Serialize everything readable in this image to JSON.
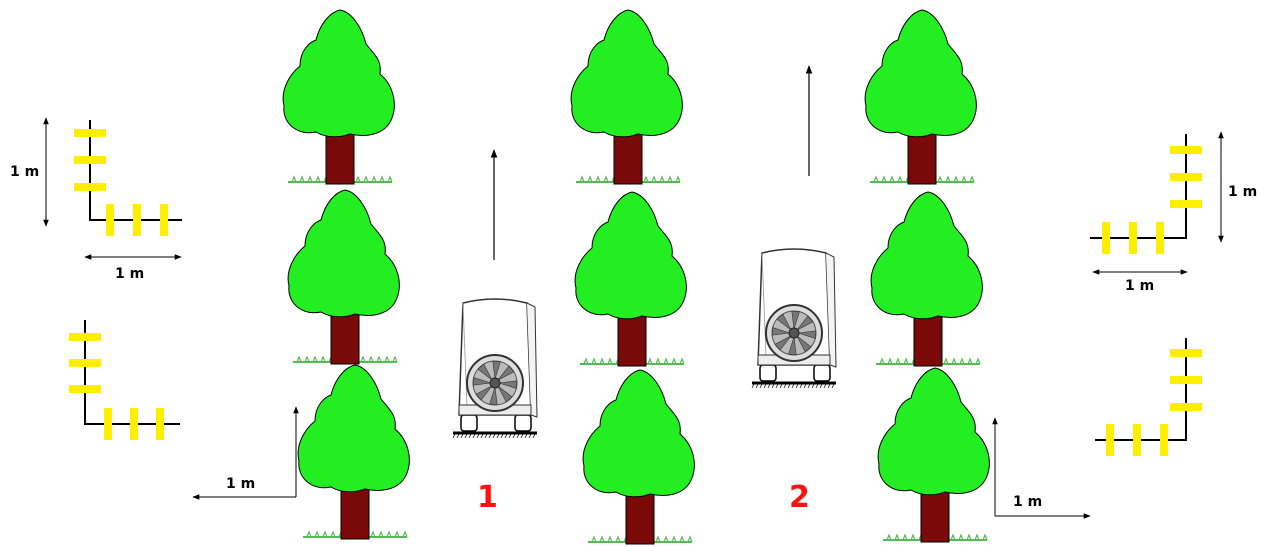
{
  "colors": {
    "foliage": "#22ee22",
    "trunk": "#7a0a0a",
    "grass": "#55bb55",
    "marker": "#ffee00",
    "sprayer_number": "#ff1111",
    "line": "#000000"
  },
  "scale_labels": {
    "left_top_vertical": "1 m",
    "left_top_horizontal": "1 m",
    "left_bottom_horizontal": "1 m",
    "right_top_vertical": "1 m",
    "right_top_horizontal": "1 m",
    "right_bottom_horizontal": "1 m"
  },
  "sprayers": [
    {
      "number": "1",
      "direction": "up"
    },
    {
      "number": "2",
      "direction": "up"
    }
  ],
  "tree_rows": [
    {
      "count": 3
    },
    {
      "count": 3
    },
    {
      "count": 3
    }
  ],
  "markers": {
    "left_upper": {
      "vertical_count": 3,
      "horizontal_count": 3
    },
    "left_lower": {
      "vertical_count": 3,
      "horizontal_count": 3
    },
    "right_upper": {
      "vertical_count": 3,
      "horizontal_count": 3
    },
    "right_lower": {
      "vertical_count": 3,
      "horizontal_count": 3
    }
  }
}
